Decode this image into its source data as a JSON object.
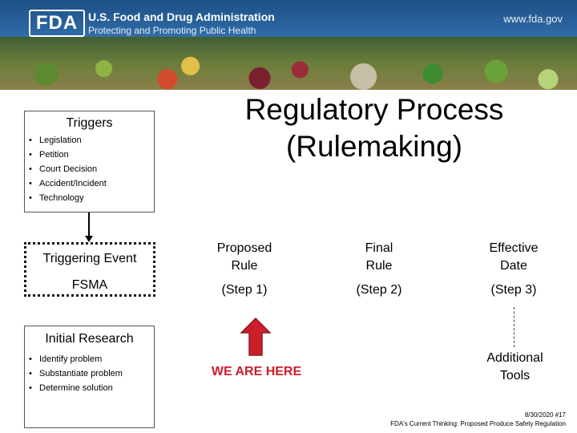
{
  "banner": {
    "logo": "FDA",
    "agency": "U.S. Food and Drug Administration",
    "tagline": "Protecting and Promoting Public Health",
    "url": "www.fda.gov"
  },
  "title": {
    "line1": "Regulatory Process",
    "line2": "(Rulemaking)"
  },
  "triggers": {
    "heading": "Triggers",
    "items": [
      "Legislation",
      "Petition",
      "Court Decision",
      "Accident/Incident",
      "Technology"
    ]
  },
  "triggering_event": {
    "heading": "Triggering Event",
    "value": "FSMA"
  },
  "initial_research": {
    "heading": "Initial Research",
    "items": [
      "Identify problem",
      "Substantiate problem",
      "Determine solution"
    ]
  },
  "steps": [
    {
      "line1": "Proposed",
      "line2": "Rule",
      "step": "(Step 1)"
    },
    {
      "line1": "Final",
      "line2": "Rule",
      "step": "(Step 2)"
    },
    {
      "line1": "Effective",
      "line2": "Date",
      "step": "(Step 3)"
    }
  ],
  "marker": {
    "label": "WE ARE HERE",
    "color": "#cc1f2b"
  },
  "additional_tools": {
    "line1": "Additional",
    "line2": "Tools"
  },
  "footer": {
    "date": "8/30/2020 #17",
    "source": "FDA's Current Thinking: Proposed Produce Safety Regulation"
  }
}
